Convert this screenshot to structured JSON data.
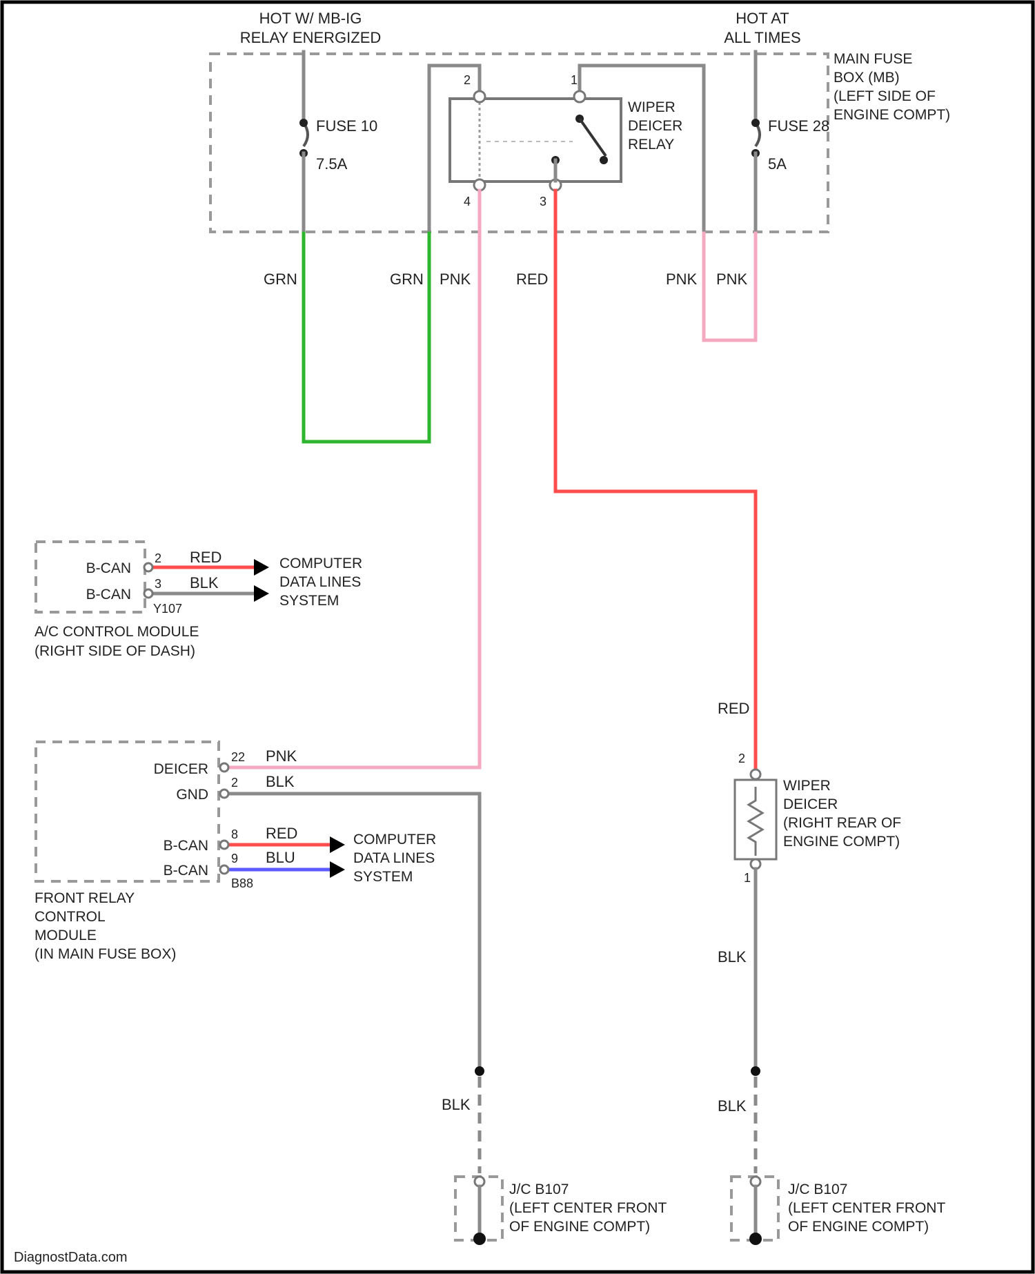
{
  "power_labels": {
    "hot_relay_line1": "HOT W/ MB-IG",
    "hot_relay_line2": "RELAY ENERGIZED",
    "hot_always_line1": "HOT AT",
    "hot_always_line2": "ALL TIMES"
  },
  "main_fuse_box": {
    "line1": "MAIN FUSE",
    "line2": "BOX (MB)",
    "line3": "(LEFT SIDE OF",
    "line4": "ENGINE COMPT)"
  },
  "fuse_10": {
    "name": "FUSE 10",
    "rating": "7.5A"
  },
  "fuse_28": {
    "name": "FUSE 28",
    "rating": "5A"
  },
  "relay": {
    "line1": "WIPER",
    "line2": "DEICER",
    "line3": "RELAY",
    "pin_2": "2",
    "pin_1": "1",
    "pin_4": "4",
    "pin_3": "3"
  },
  "wire_colors": {
    "grn_left": "GRN",
    "grn_right": "GRN",
    "pnk_relay": "PNK",
    "red_relay": "RED",
    "pnk_fuse_left": "PNK",
    "pnk_fuse_right": "PNK",
    "red_deicer": "RED",
    "blk_deicer": "BLK",
    "blk_ground_left": "BLK",
    "blk_ground_right": "BLK"
  },
  "ac_module": {
    "pin_b_can_hi": "B-CAN",
    "pin_b_can_lo": "B-CAN",
    "pin_num_1": "2",
    "pin_num_2": "3",
    "wire_1": "RED",
    "wire_2": "BLK",
    "connector": "Y107",
    "name_line1": "A/C CONTROL MODULE",
    "name_line2": "(RIGHT SIDE OF DASH)",
    "dest_line1": "COMPUTER",
    "dest_line2": "DATA LINES",
    "dest_line3": "SYSTEM"
  },
  "relay_module": {
    "pin_deicer": "DEICER",
    "pin_gnd": "GND",
    "pin_b_can_hi": "B-CAN",
    "pin_b_can_lo": "B-CAN",
    "pin_num_deicer": "22",
    "pin_num_gnd": "2",
    "pin_num_can1": "8",
    "pin_num_can2": "9",
    "wire_deicer": "PNK",
    "wire_gnd": "BLK",
    "wire_can1": "RED",
    "wire_can2": "BLU",
    "connector": "B88",
    "name_line1": "FRONT RELAY",
    "name_line2": "CONTROL",
    "name_line3": "MODULE",
    "name_line4": "(IN MAIN FUSE BOX)",
    "dest_line1": "COMPUTER",
    "dest_line2": "DATA LINES",
    "dest_line3": "SYSTEM"
  },
  "wiper_deicer": {
    "pin_top": "2",
    "pin_bottom": "1",
    "line1": "WIPER",
    "line2": "DEICER",
    "line3": "(RIGHT REAR OF",
    "line4": "ENGINE COMPT)"
  },
  "junction_left": {
    "line1": "J/C B107",
    "line2": "(LEFT CENTER FRONT",
    "line3": "OF ENGINE COMPT)"
  },
  "junction_right": {
    "line1": "J/C B107",
    "line2": "(LEFT CENTER FRONT",
    "line3": "OF ENGINE COMPT)"
  },
  "watermark": "DiagnostData.com",
  "colors": {
    "grn": "#2db52d",
    "pnk": "#f4a9c0",
    "red": "#ff4d4d",
    "blk": "#8a8a8a",
    "blu": "#5a5aff",
    "frame": "#000000",
    "dash": "#999999"
  }
}
